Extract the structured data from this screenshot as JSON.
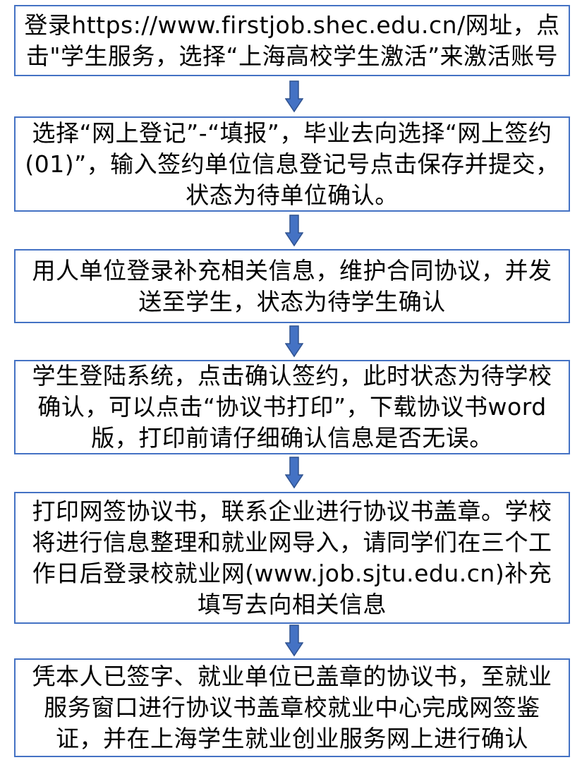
{
  "flowchart": {
    "colors": {
      "box_border": "#4472c4",
      "arrow_fill": "#4472c4",
      "arrow_stroke": "#2f528f",
      "text": "#000000"
    },
    "steps": [
      {
        "text": "登录https://www.firstjob.shec.edu.cn/网址，点击\"学生服务，选择“上海高校学生激活”来激活账号"
      },
      {
        "text": "选择“网上登记”-“填报”，毕业去向选择“网上签约(01)”，输入签约单位信息登记号点击保存并提交，状态为待单位确认。"
      },
      {
        "text": "用人单位登录补充相关信息，维护合同协议，并发送至学生，状态为待学生确认"
      },
      {
        "text": "学生登陆系统，点击确认签约，此时状态为待学校确认，可以点击“协议书打印”，下载协议书word版，打印前请仔细确认信息是否无误。"
      },
      {
        "text": "打印网签协议书，联系企业进行协议书盖章。学校将进行信息整理和就业网导入，请同学们在三个工作日后登录校就业网(www.job.sjtu.edu.cn)补充填写去向相关信息"
      },
      {
        "text": "凭本人已签字、就业单位已盖章的协议书，至就业服务窗口进行协议书盖章校就业中心完成网签鉴证，并在上海学生就业创业服务网上进行确认"
      }
    ]
  }
}
